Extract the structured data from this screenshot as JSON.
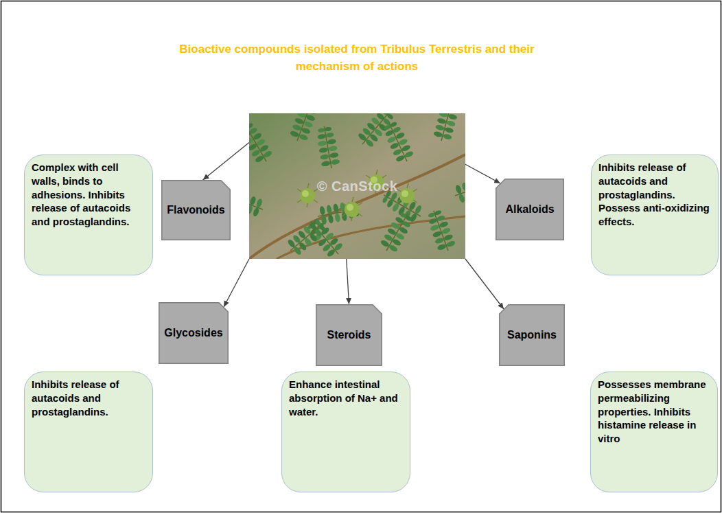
{
  "diagram": {
    "title": "Bioactive compounds isolated from Tribulus Terrestris and their mechanism of actions",
    "nodes": [
      {
        "text": [
          "Complex with cell walls, binds to adhesions. Inhibits release of autacoids and prostaglandins."
        ]
      },
      {
        "text": [
          "Flavonoids"
        ]
      },
      {
        "text": [
          "© CanStock"
        ]
      },
      {
        "text": [
          "Alkaloids"
        ]
      },
      {
        "text": [
          "Inhibits release of autacoids and prostaglandins. Possess anti-oxidizing effects."
        ]
      },
      {
        "text": [
          "Glycosides"
        ]
      },
      {
        "text": [
          "Steroids"
        ]
      },
      {
        "text": [
          "Saponins"
        ]
      },
      {
        "text": [
          "Inhibits release of autacoids and prostaglandins."
        ]
      },
      {
        "text": [
          "Enhance intestinal absorption of Na+ and water."
        ]
      },
      {
        "text": [
          "Possesses membrane permeabilizing properties. Inhibits histamine release in vitro"
        ]
      }
    ],
    "edges": [
      {
        "from": 2,
        "to": 1,
        "arrow": "to"
      },
      {
        "from": 2,
        "to": 3,
        "arrow": "to"
      },
      {
        "from": 2,
        "to": 5,
        "arrow": "to"
      },
      {
        "from": 2,
        "to": 6,
        "arrow": "to"
      },
      {
        "from": 2,
        "to": 7,
        "arrow": "to"
      }
    ]
  }
}
